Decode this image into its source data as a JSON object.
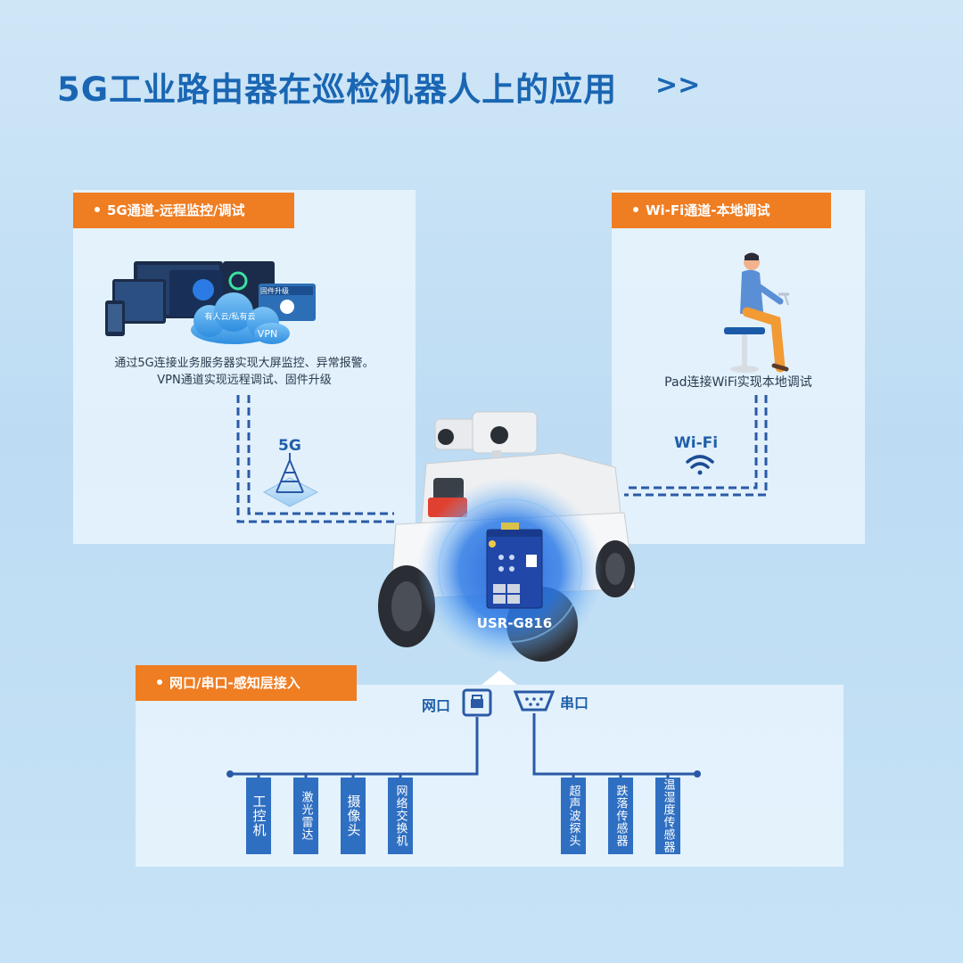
{
  "title": "5G工业路由器在巡检机器人上的应用",
  "title_arrow": ">>",
  "panel_5g": {
    "tab": "5G通道-远程监控/调试",
    "desc_line1": "通过5G连接业务服务器实现大屏监控、异常报警。",
    "desc_line2": "VPN通道实现远程调试、固件升级",
    "cloud_text": "有人云/私有云",
    "vpn_text": "VPN",
    "screen_text": "固件升级",
    "signal_label": "5G"
  },
  "panel_wifi": {
    "tab": "Wi-Fi通道-本地调试",
    "desc": "Pad连接WiFi实现本地调试",
    "signal_label": "Wi-Fi"
  },
  "router": {
    "model": "USR-G816"
  },
  "panel_sense": {
    "tab": "网口/串口-感知层接入",
    "ethernet_label": "网口",
    "serial_label": "串口",
    "ethernet_devices": [
      "工控机",
      "激光雷达",
      "摄像头",
      "网络交换机"
    ],
    "serial_devices": [
      "超声波探头",
      "跌落传感器",
      "温湿度传感器"
    ]
  },
  "colors": {
    "accent_orange": "#ef7d22",
    "brand_blue": "#1a66b3",
    "line_blue": "#2a5aa6"
  }
}
